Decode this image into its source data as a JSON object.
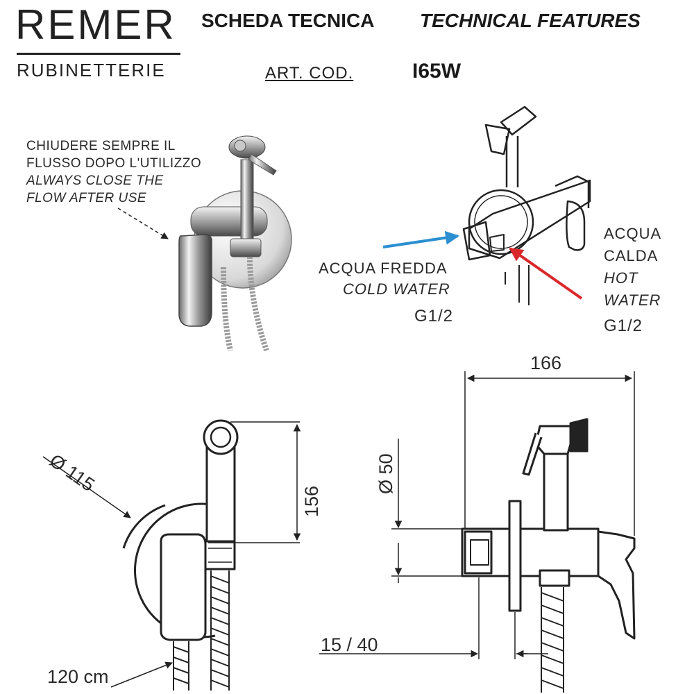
{
  "brand": {
    "name": "REMER",
    "subtitle": "RUBINETTERIE"
  },
  "header": {
    "title_it": "SCHEDA TECNICA",
    "title_en": "TECHNICAL FEATURES",
    "art_label": "ART. COD.",
    "art_code": "I65W"
  },
  "notes": {
    "line1": "CHIUDERE SEMPRE IL",
    "line2": "FLUSSO DOPO L'UTILIZZO",
    "line3": "ALWAYS CLOSE THE",
    "line4": "FLOW AFTER  USE"
  },
  "inlets": {
    "cold_it": "ACQUA FREDDA",
    "cold_en": "COLD WATER",
    "cold_size": "G1/2",
    "hot_it1": "ACQUA",
    "hot_it2": "CALDA",
    "hot_en1": "HOT",
    "hot_en2": "WATER",
    "hot_size": "G1/2",
    "cold_color": "#2b8fd0",
    "hot_color": "#d9282b"
  },
  "dimensions": {
    "plate_diameter": "Ø 115",
    "height": "156",
    "hose_length": "120 cm",
    "width": "166",
    "body_diameter": "Ø 50",
    "depth": "15 / 40"
  }
}
